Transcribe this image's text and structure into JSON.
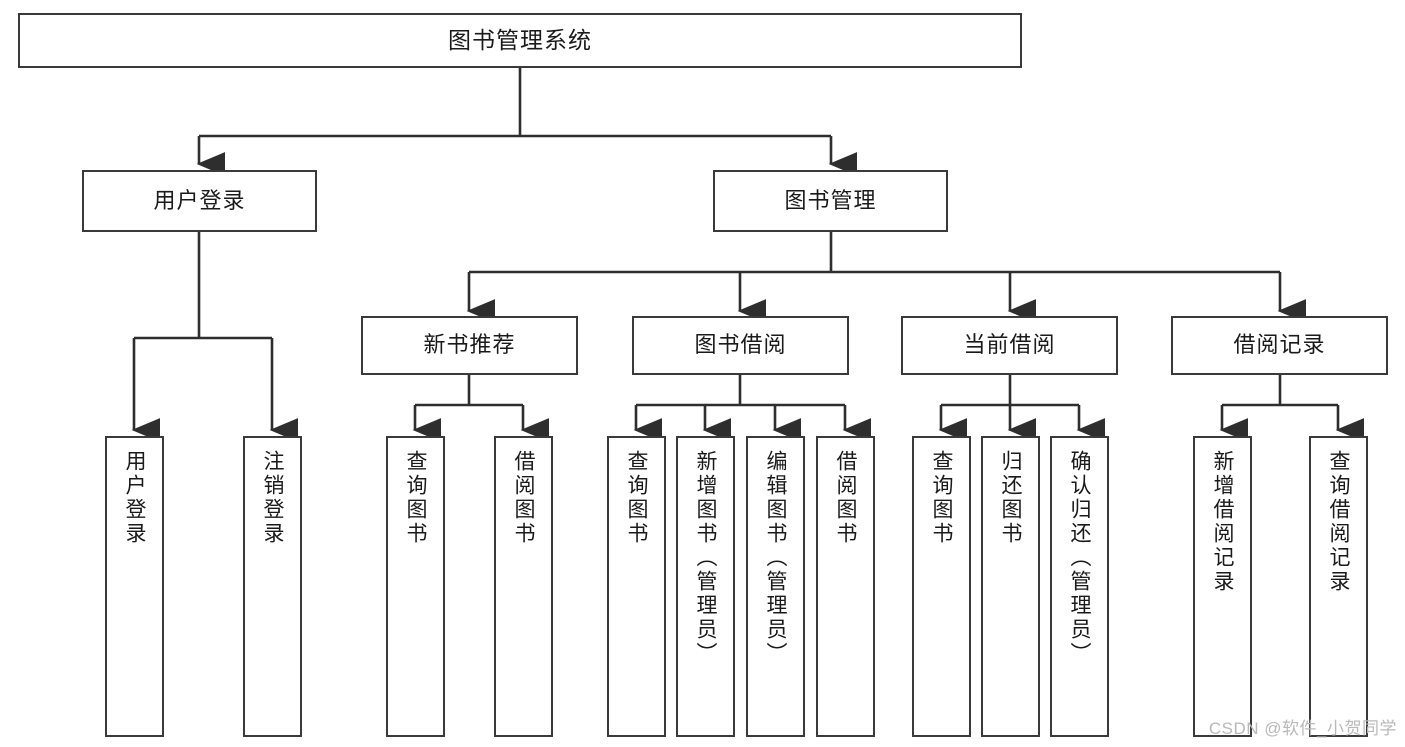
{
  "diagram": {
    "title": "图书管理系统",
    "type": "tree",
    "orientation": "top-down",
    "colors": {
      "box_border": "#3a3a3a",
      "box_fill": "#ffffff",
      "connector": "#2e2e2e",
      "text": "#1a1a1a",
      "watermark": "#b9b9b9",
      "background": "#ffffff"
    }
  },
  "root": {
    "label": "图书管理系统"
  },
  "level2": [
    {
      "label": "用户登录"
    },
    {
      "label": "图书管理"
    }
  ],
  "level3": [
    {
      "label": "新书推荐"
    },
    {
      "label": "图书借阅"
    },
    {
      "label": "当前借阅"
    },
    {
      "label": "借阅记录"
    }
  ],
  "leaves": {
    "user_login": [
      {
        "label": "用户登录"
      },
      {
        "label": "注销登录"
      }
    ],
    "new_book_recommend": [
      {
        "label": "查询图书"
      },
      {
        "label": "借阅图书"
      }
    ],
    "book_borrow": [
      {
        "label": "查询图书"
      },
      {
        "label": "新增图书（管理员）"
      },
      {
        "label": "编辑图书（管理员）"
      },
      {
        "label": "借阅图书"
      }
    ],
    "current_borrow": [
      {
        "label": "查询图书"
      },
      {
        "label": "归还图书"
      },
      {
        "label": "确认归还（管理员）"
      }
    ],
    "borrow_record": [
      {
        "label": "新增借阅记录"
      },
      {
        "label": "查询借阅记录"
      }
    ]
  },
  "watermark": {
    "text": "CSDN @软件_小贺同学"
  }
}
